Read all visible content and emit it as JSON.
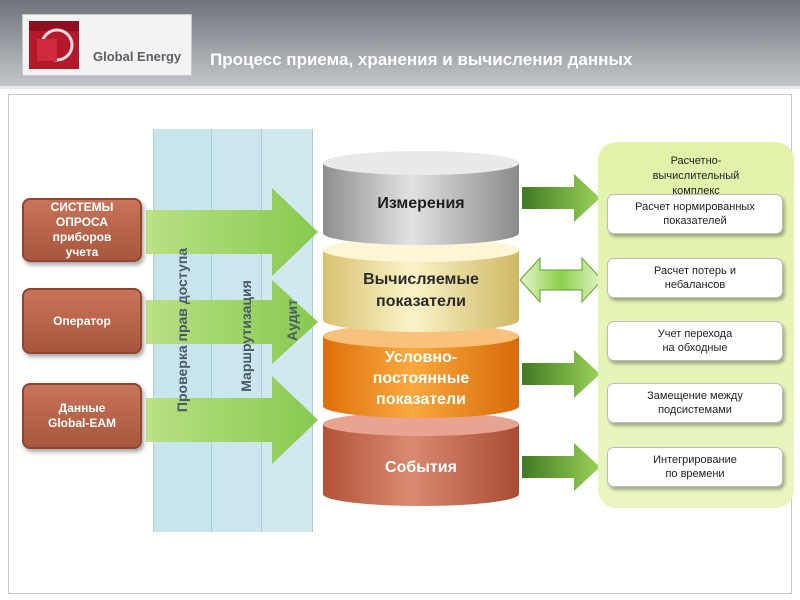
{
  "header": {
    "logo_text": "Global Energy",
    "title": "Процесс приема, хранения и вычисления данных"
  },
  "sources": [
    {
      "lines": [
        "СИСТЕМЫ",
        "ОПРОСА",
        "приборов",
        "учета"
      ]
    },
    {
      "lines": [
        "Оператор"
      ]
    },
    {
      "lines": [
        "Данные",
        "Global-EAM"
      ]
    }
  ],
  "process_bands": [
    {
      "label": "Проверка прав доступа"
    },
    {
      "label": "Маршрутизация"
    },
    {
      "label": "Аудит"
    }
  ],
  "storage_layers": [
    {
      "lines": [
        "Измерения"
      ]
    },
    {
      "lines": [
        "Вычисляемые",
        "показатели"
      ]
    },
    {
      "lines": [
        "Условно-",
        "постоянные",
        "показатели"
      ]
    },
    {
      "lines": [
        "События"
      ]
    }
  ],
  "complex": {
    "title_lines": [
      "Расчетно-",
      "вычислительный",
      "комплекс"
    ],
    "items": [
      {
        "lines": [
          "Расчет нормированных",
          "показателей"
        ]
      },
      {
        "lines": [
          "Расчет потерь и",
          "небалансов"
        ]
      },
      {
        "lines": [
          "Учет перехода",
          "на обходные"
        ]
      },
      {
        "lines": [
          "Замещение между",
          "подсистемами"
        ]
      },
      {
        "lines": [
          "Интегрирование",
          "по времени"
        ]
      }
    ]
  },
  "colors": {
    "source_box": "#b2603f",
    "arrow_green": "#8fd14a",
    "band_blue": "#c9e6ec",
    "layer_gray": "#a7a7a7",
    "layer_yellow": "#f1e3a0",
    "layer_orange": "#f08a1c",
    "layer_brown": "#c8684d",
    "complex_bg": "#e4f1b4"
  }
}
